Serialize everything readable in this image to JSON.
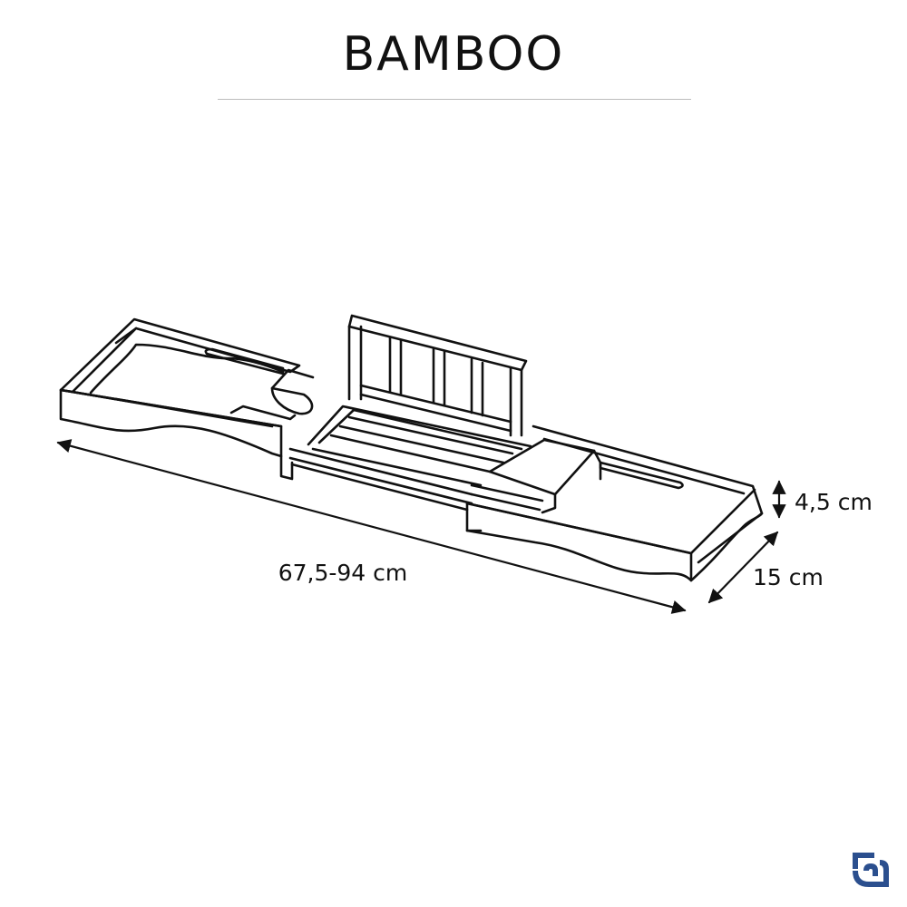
{
  "title": "BAMBOO",
  "dimensions": {
    "length": "67,5-94 cm",
    "depth": "15 cm",
    "height": "4,5 cm"
  },
  "colors": {
    "line": "#111111",
    "logo": "#2b4f8e",
    "rule": "#bdbdbd"
  },
  "logo_icon": "brand-logo-icon"
}
